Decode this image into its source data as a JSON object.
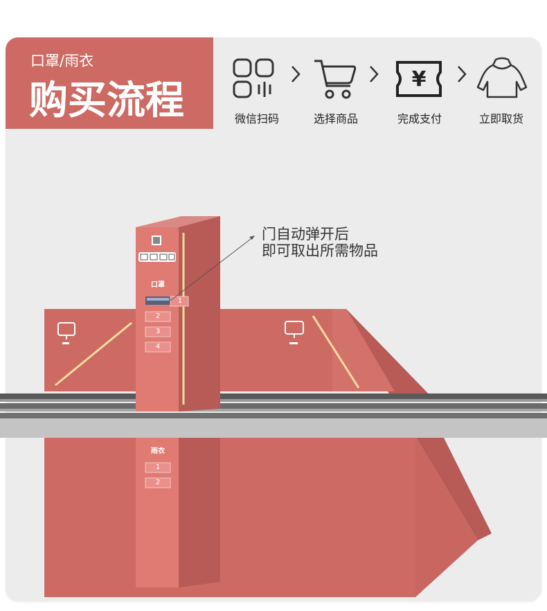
{
  "banner": {
    "subtitle": "口罩/雨衣",
    "title": "购买流程"
  },
  "steps": [
    {
      "label": "微信扫码",
      "icon": "qr-scan-icon"
    },
    {
      "label": "选择商品",
      "icon": "shopping-cart-icon"
    },
    {
      "label": "完成支付",
      "icon": "yen-ticket-icon"
    },
    {
      "label": "立即取货",
      "icon": "raincoat-icon"
    }
  ],
  "annotation": {
    "line1": "门自动弹开后",
    "line2": "即可取出所需物品"
  },
  "kiosk": {
    "upper_label": "口罩",
    "lower_label": "雨衣",
    "upper_slots": [
      "1",
      "2",
      "3",
      "4"
    ],
    "lower_slots": [
      "1",
      "2"
    ]
  },
  "colors": {
    "brand": "#cd6a64",
    "panel_front": "#e07b74",
    "panel_side": "#b85a55",
    "background": "#ececec",
    "rail": "#6b6b6b"
  }
}
